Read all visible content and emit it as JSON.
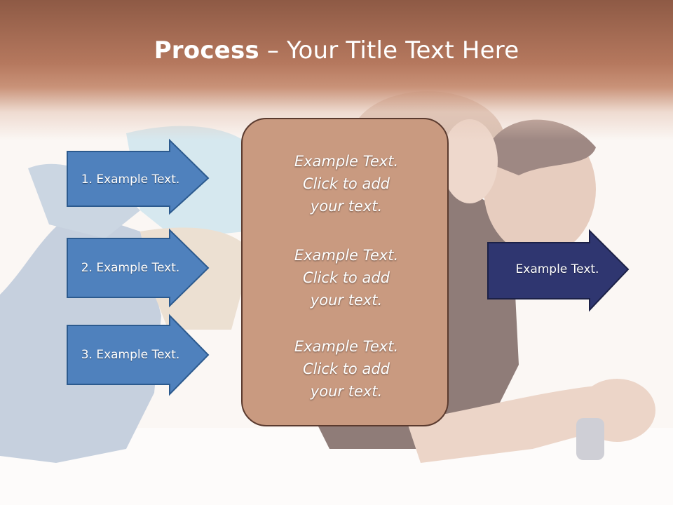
{
  "title": {
    "bold": "Process",
    "rest": " – Your Title Text Here"
  },
  "left_steps": [
    {
      "label": "1. Example Text."
    },
    {
      "label": "2. Example Text."
    },
    {
      "label": "3. Example Text."
    }
  ],
  "center_box": {
    "paragraphs": [
      {
        "line1": "Example Text.",
        "line2": "Click  to add",
        "line3": "your text."
      },
      {
        "line1": "Example Text.",
        "line2": "Click  to add",
        "line3": "your text."
      },
      {
        "line1": "Example Text.",
        "line2": "Click  to add",
        "line3": "your text."
      }
    ]
  },
  "result_arrow": {
    "label": "Example Text."
  },
  "colors": {
    "header": "#b5785e",
    "step_arrow_fill": "#4f81bd",
    "step_arrow_border": "#2c5a8e",
    "center_box_fill": "#c99a80",
    "result_arrow_fill": "#2f3670"
  }
}
